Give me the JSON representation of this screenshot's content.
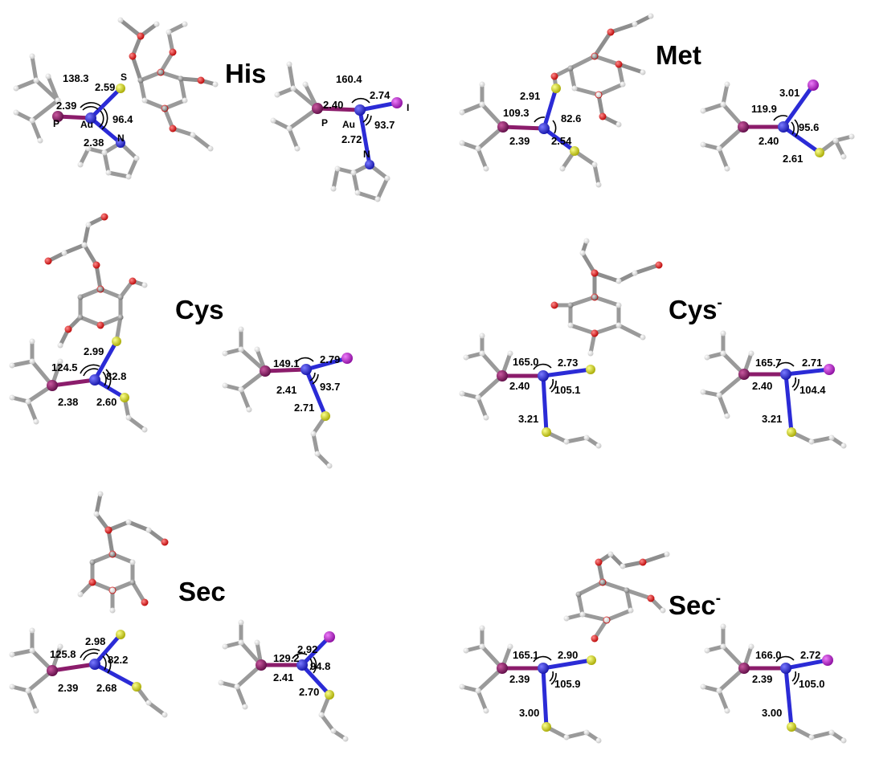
{
  "panels": {
    "his": {
      "title": "His",
      "full": {
        "p_au": "2.39",
        "au_s": "2.59",
        "au_n": "2.38",
        "ang_p_au_s": "138.3",
        "ang_s_au_n": "96.4",
        "atom_p": "P",
        "atom_au": "Au",
        "atom_s": "S",
        "atom_n": "N"
      },
      "model": {
        "p_au": "2.40",
        "au_i": "2.74",
        "au_n": "2.72",
        "ang_p_au_i": "160.4",
        "ang_i_au_n": "93.7",
        "atom_p": "P",
        "atom_au": "Au",
        "atom_i": "I",
        "atom_n": "N"
      }
    },
    "met": {
      "title": "Met",
      "full": {
        "p_au": "2.39",
        "au_s": "2.91",
        "au_x": "2.54",
        "ang_p_au_s": "109.3",
        "ang_s_au_x": "82.6"
      },
      "model": {
        "p_au": "2.40",
        "au_i": "3.01",
        "au_x": "2.61",
        "ang_p_au_i": "119.9",
        "ang_i_au_x": "95.6"
      }
    },
    "cys": {
      "title": "Cys",
      "full": {
        "p_au": "2.38",
        "au_s": "2.99",
        "au_x": "2.60",
        "ang_p_au_s": "124.5",
        "ang_s_au_x": "82.8"
      },
      "model": {
        "p_au": "2.41",
        "au_i": "2.79",
        "au_x": "2.71",
        "ang_p_au_i": "149.1",
        "ang_i_au_x": "93.7"
      }
    },
    "cysm": {
      "title": "Cys",
      "charge": "-",
      "full": {
        "p_au": "2.40",
        "au_s": "2.73",
        "au_x": "3.21",
        "ang_p_au_s": "165.0",
        "ang_s_au_x": "105.1"
      },
      "model": {
        "p_au": "2.40",
        "au_i": "2.71",
        "au_x": "3.21",
        "ang_p_au_i": "165.7",
        "ang_i_au_x": "104.4"
      }
    },
    "sec": {
      "title": "Sec",
      "full": {
        "p_au": "2.39",
        "au_s": "2.98",
        "au_x": "2.68",
        "ang_p_au_s": "125.8",
        "ang_s_au_x": "82.2"
      },
      "model": {
        "p_au": "2.41",
        "au_i": "2.92",
        "au_x": "2.70",
        "ang_p_au_i": "129.2",
        "ang_i_au_x": "94.8"
      }
    },
    "secm": {
      "title": "Sec",
      "charge": "-",
      "full": {
        "p_au": "2.39",
        "au_s": "2.90",
        "au_x": "3.00",
        "ang_p_au_s": "165.1",
        "ang_s_au_x": "105.9"
      },
      "model": {
        "p_au": "2.39",
        "au_i": "2.72",
        "au_x": "3.00",
        "ang_p_au_i": "166.0",
        "ang_i_au_x": "105.0"
      }
    }
  },
  "colors": {
    "gold": "#2b2bd6",
    "phosphorus": "#8b1c6b",
    "sulfur": "#cfd21c",
    "nitrogen": "#2b2bd6",
    "iodine": "#b020c0",
    "oxygen": "#d81a1a",
    "carbon": "#8c8c8c",
    "hydrogen": "#eeeeee"
  }
}
